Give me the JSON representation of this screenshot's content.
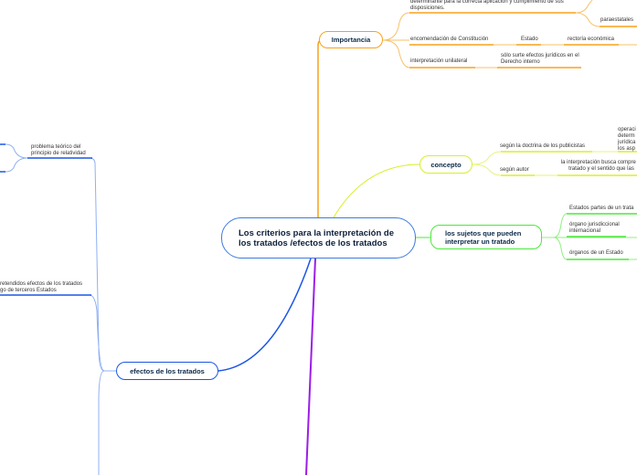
{
  "central": {
    "title": "Los criterios para la interpretación de los tratados /efectos de los tratados"
  },
  "colors": {
    "importancia": "#f7a21b",
    "concepto": "#d9ef2a",
    "sujetos": "#4be83a",
    "efectos": "#1c55e6",
    "purple": "#9b1de8"
  },
  "importancia": {
    "label": "Importancia",
    "children": [
      {
        "label": "determinante para la correcta aplicación y cumplimiento de sus disposiciones."
      },
      {
        "label": "paraestatales"
      },
      {
        "label": "encomendación de Constitución"
      },
      {
        "label": "Estado"
      },
      {
        "label": "rectoría económica"
      },
      {
        "label": "interpretación unilateral"
      },
      {
        "label": "sólo surte efectos jurídicos en el Derecho interno"
      }
    ]
  },
  "concepto": {
    "label": "concepto",
    "children": [
      {
        "label": "según la doctrina de los publicistas"
      },
      {
        "label": "operaci determ jurídica los asp"
      },
      {
        "label": "según autor"
      },
      {
        "label": "la interpretación busca compre el tratado y el sentido que las"
      }
    ]
  },
  "sujetos": {
    "label": "los sujetos que pueden interpretar un tratado",
    "children": [
      {
        "label": "Estados partes de un trata"
      },
      {
        "label": "órgano jurisdiccional internacional"
      },
      {
        "label": "órganos de un Estado"
      }
    ]
  },
  "efectos": {
    "label": "efectos de los tratados",
    "children": [
      {
        "label": "problema teórico del principio de relatividad"
      },
      {
        "label": "retendidos efectos de los tratados go de terceros Estados"
      }
    ]
  }
}
